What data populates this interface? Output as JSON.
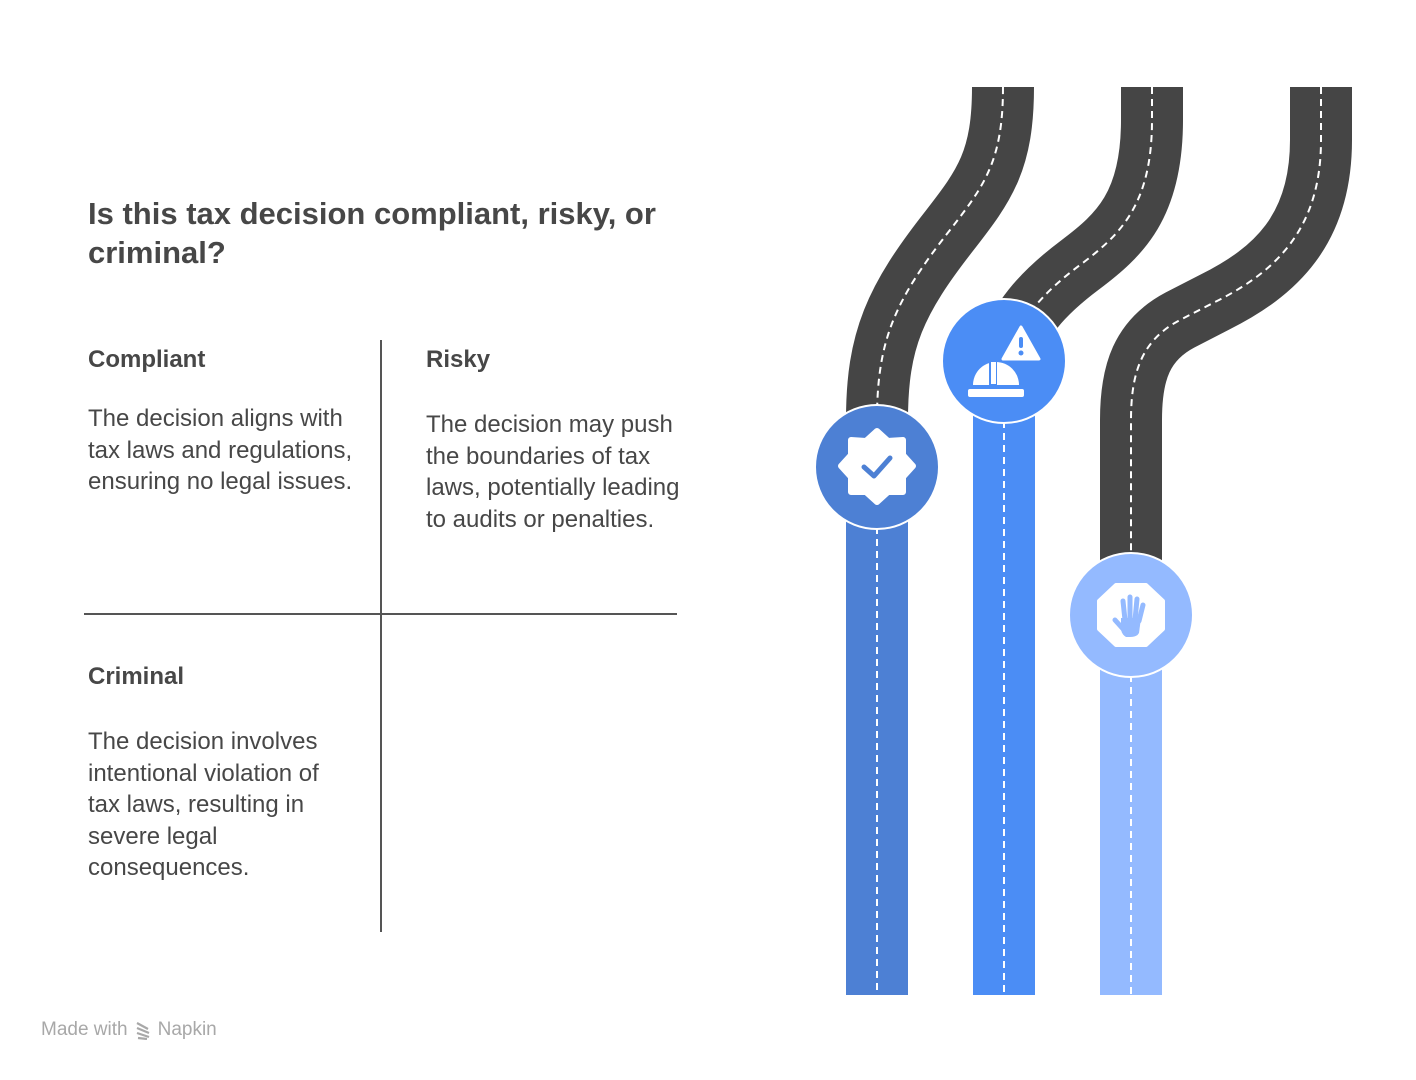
{
  "title": "Is this tax decision compliant, risky, or criminal?",
  "quadrants": [
    {
      "heading": "Compliant",
      "body": "The decision aligns with tax laws and regulations, ensuring no legal issues.",
      "icon": "verified-badge-icon",
      "color": "#4D80D4"
    },
    {
      "heading": "Risky",
      "body": "The decision may push the boundaries of tax laws, potentially leading to audits or penalties.",
      "icon": "hard-hat-warning-icon",
      "color": "#4B8DF5"
    },
    {
      "heading": "Criminal",
      "body": "The decision involves intentional violation of tax laws, resulting in severe legal consequences.",
      "icon": "stop-hand-icon",
      "color": "#94BAFF"
    }
  ],
  "road_color": "#454545",
  "footer": {
    "made_with": "Made with",
    "brand": "Napkin"
  }
}
